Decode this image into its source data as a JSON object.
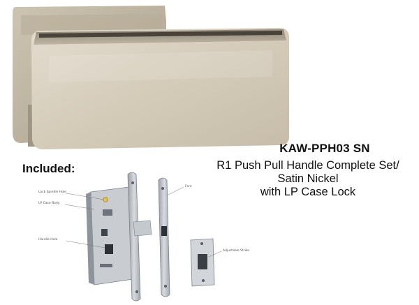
{
  "product": {
    "sku": "KAW-PPH03 SN",
    "description_lines": [
      "R1 Push Pull Handle Complete Set/",
      "Satin Nickel",
      "with LP Case Lock"
    ]
  },
  "included_label": "Included:",
  "callouts": {
    "lock_spindle_hole": "Lock Spindle Hole",
    "lp_case_body": "LP Case Body",
    "handle_hole": "Handle Hole",
    "fore": "Fore",
    "adjustable_strike": "Adjustable Strike"
  },
  "colors": {
    "satin_nickel": "#cfc6b4",
    "steel": "#b9bec4",
    "background": "#ffffff"
  }
}
